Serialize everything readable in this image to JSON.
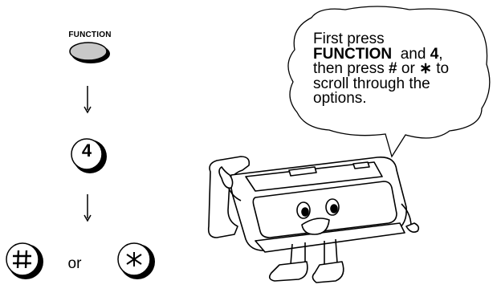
{
  "keys": {
    "function_label": "FUNCTION",
    "number_key": "4",
    "or_text": "or"
  },
  "bubble": {
    "line1": "First press",
    "bold1": "FUNCTION",
    "mid1": "and",
    "bold2": "4",
    "tail1": ",",
    "line3a": "then press",
    "bold3": "#",
    "mid3": "or",
    "star": "∗",
    "tail3": "to",
    "line4": "scroll through the",
    "line5": "options."
  },
  "colors": {
    "function_key_fill": "#c8c8c8",
    "ink": "#000000",
    "background": "#ffffff"
  }
}
